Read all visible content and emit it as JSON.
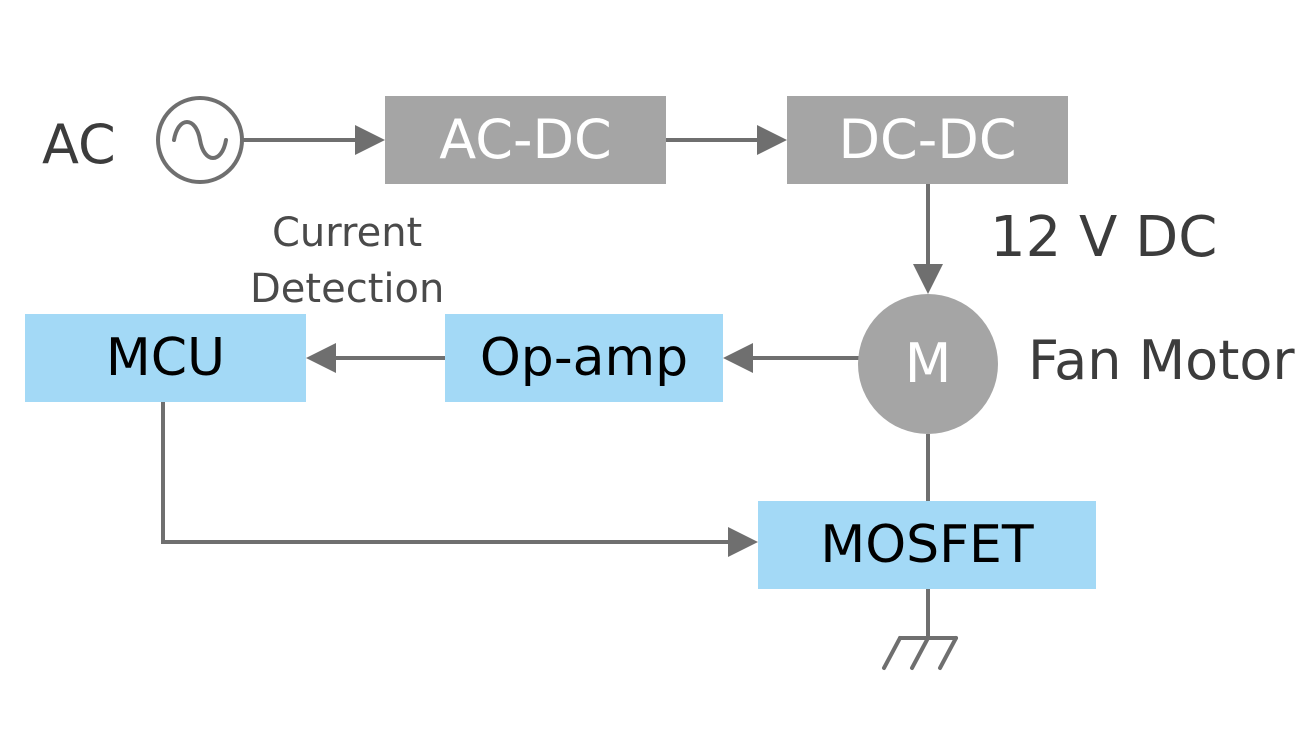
{
  "labels": {
    "ac": "AC",
    "current_detection_line1": "Current",
    "current_detection_line2": "Detection",
    "voltage": "12 V DC",
    "fan_motor": "Fan Motor"
  },
  "blocks": {
    "ac_dc": "AC-DC",
    "dc_dc": "DC-DC",
    "mcu": "MCU",
    "op_amp": "Op-amp",
    "mosfet": "MOSFET"
  },
  "motor": {
    "symbol": "M"
  },
  "icons": {
    "ac_source": "ac-source-icon",
    "ground": "ground-icon"
  },
  "colors": {
    "power_block": "#a5a5a5",
    "control_block": "#a3d9f6",
    "connector": "#6f6f6f",
    "label_text": "#3c3c3c"
  }
}
